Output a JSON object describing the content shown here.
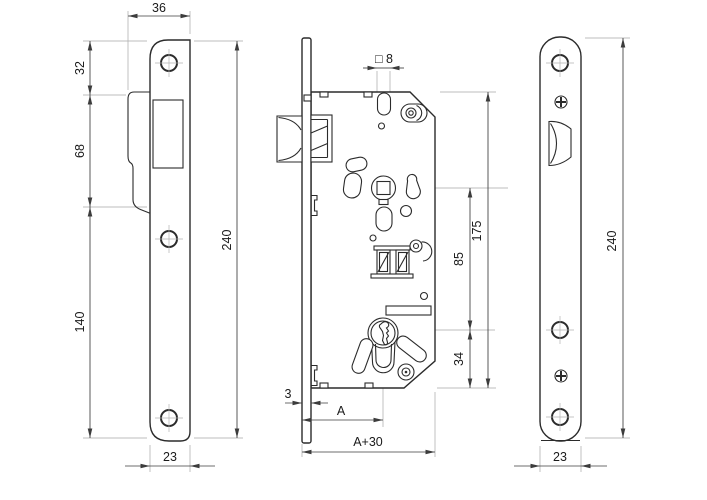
{
  "colors": {
    "line": "#2b2b2b",
    "dim_line": "#3c3c3c",
    "thin_line": "#a8a8a8",
    "text": "#1a1a1a",
    "background": "#ffffff"
  },
  "views": {
    "strike_plate": {
      "dims": {
        "lip_width": "36",
        "top_to_lip": "32",
        "lip_length": "68",
        "lip_to_bottom": "140",
        "height": "240",
        "width": "23"
      }
    },
    "lock_body": {
      "dims": {
        "spindle_square": "□ 8",
        "case_height": "175",
        "hub_to_cylinder": "85",
        "cylinder_to_bottom": "34",
        "faceplate_thickness": "3",
        "backset": "A",
        "overall_depth": "A+30"
      }
    },
    "faceplate": {
      "dims": {
        "height": "240",
        "width": "23"
      }
    }
  }
}
